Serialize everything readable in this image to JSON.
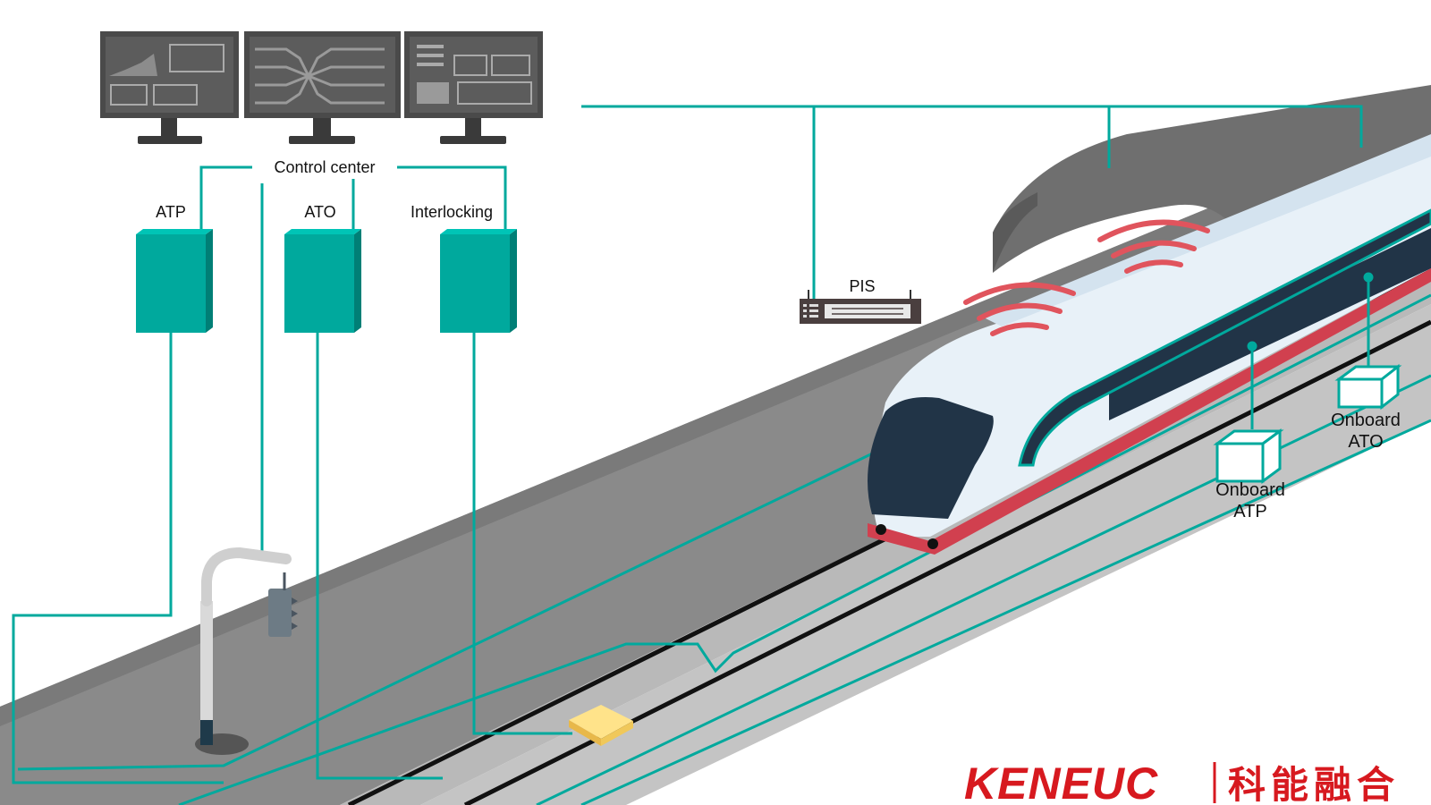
{
  "labels": {
    "control_center": "Control center",
    "atp": "ATP",
    "ato": "ATO",
    "interlocking": "Interlocking",
    "pis": "PIS",
    "onboard_atp": [
      "Onboard",
      "ATP"
    ],
    "onboard_ato": [
      "Onboard",
      "ATO"
    ]
  },
  "brand": {
    "latin": "KENEUC",
    "cjk": "科能融合"
  },
  "colors": {
    "teal": "#00A99D",
    "track_gray": "#8a8a8a",
    "tunnel_gray": "#6f6f6f",
    "train_body": "#e8f1f8",
    "train_window": "#213447",
    "train_stripe": "#d1404f",
    "signal_red": "#e0545d",
    "brand_red": "#d7191f"
  },
  "icons": {
    "monitors": [
      "monitor-chart-icon",
      "monitor-network-icon",
      "monitor-dashboard-icon"
    ],
    "street_light": "street-light-pole-icon",
    "balise": "track-balise-icon",
    "wireless": "wireless-signal-icon"
  }
}
